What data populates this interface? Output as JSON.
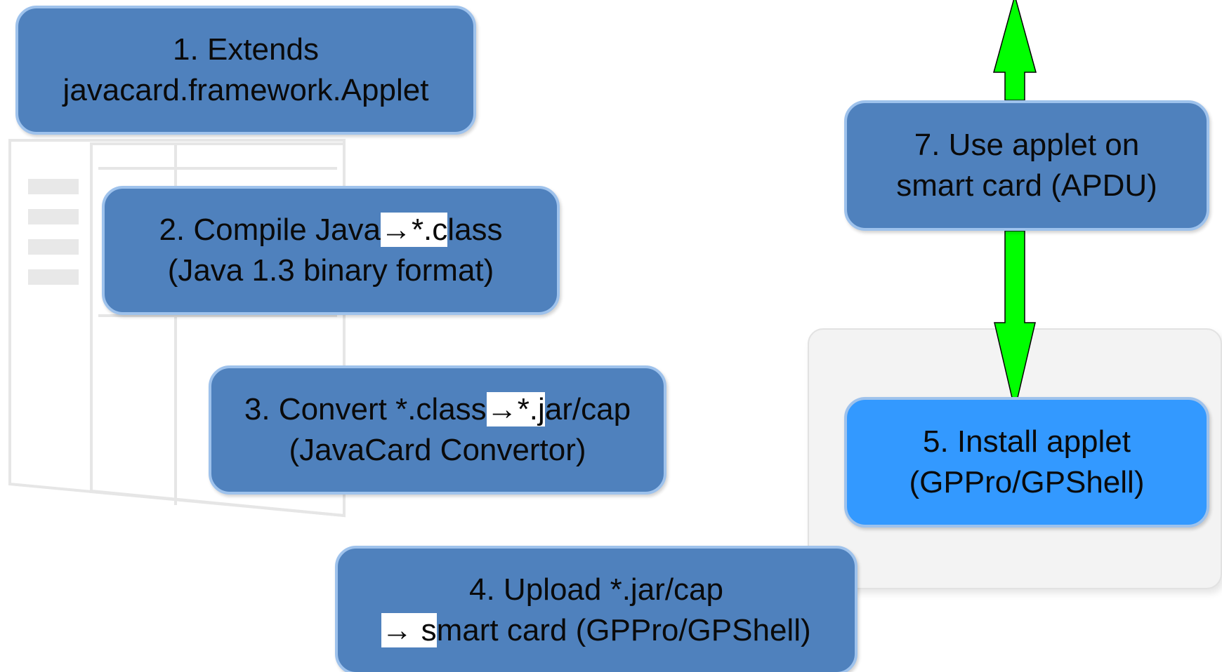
{
  "steps": {
    "s1": {
      "line1": "1.   Extends",
      "line2": "javacard.framework.Applet"
    },
    "s2": {
      "line1_pre": "2. Compile Java",
      "line1_hl": "→*.c",
      "line1_post": "lass",
      "line2": "(Java 1.3 binary format)"
    },
    "s3": {
      "line1_pre": "3. Convert *.class",
      "line1_hl": "→*.j",
      "line1_post": "ar/cap",
      "line2": "(JavaCard Convertor)"
    },
    "s4": {
      "line1": "4. Upload *.jar/cap",
      "line2_hl": "→ s",
      "line2_post": "mart card (GPPro/GPShell)"
    },
    "s5": {
      "line1": "5. Install applet",
      "line2": "(GPPro/GPShell)"
    },
    "s7": {
      "line1": "7. Use applet on",
      "line2": "smart card (APDU)"
    }
  },
  "colors": {
    "step_fill": "#4f81bd",
    "step_border": "#9ec2ec",
    "active_step_fill": "#3399ff",
    "arrow_fill": "#00ff00",
    "arrow_stroke": "#000000"
  }
}
